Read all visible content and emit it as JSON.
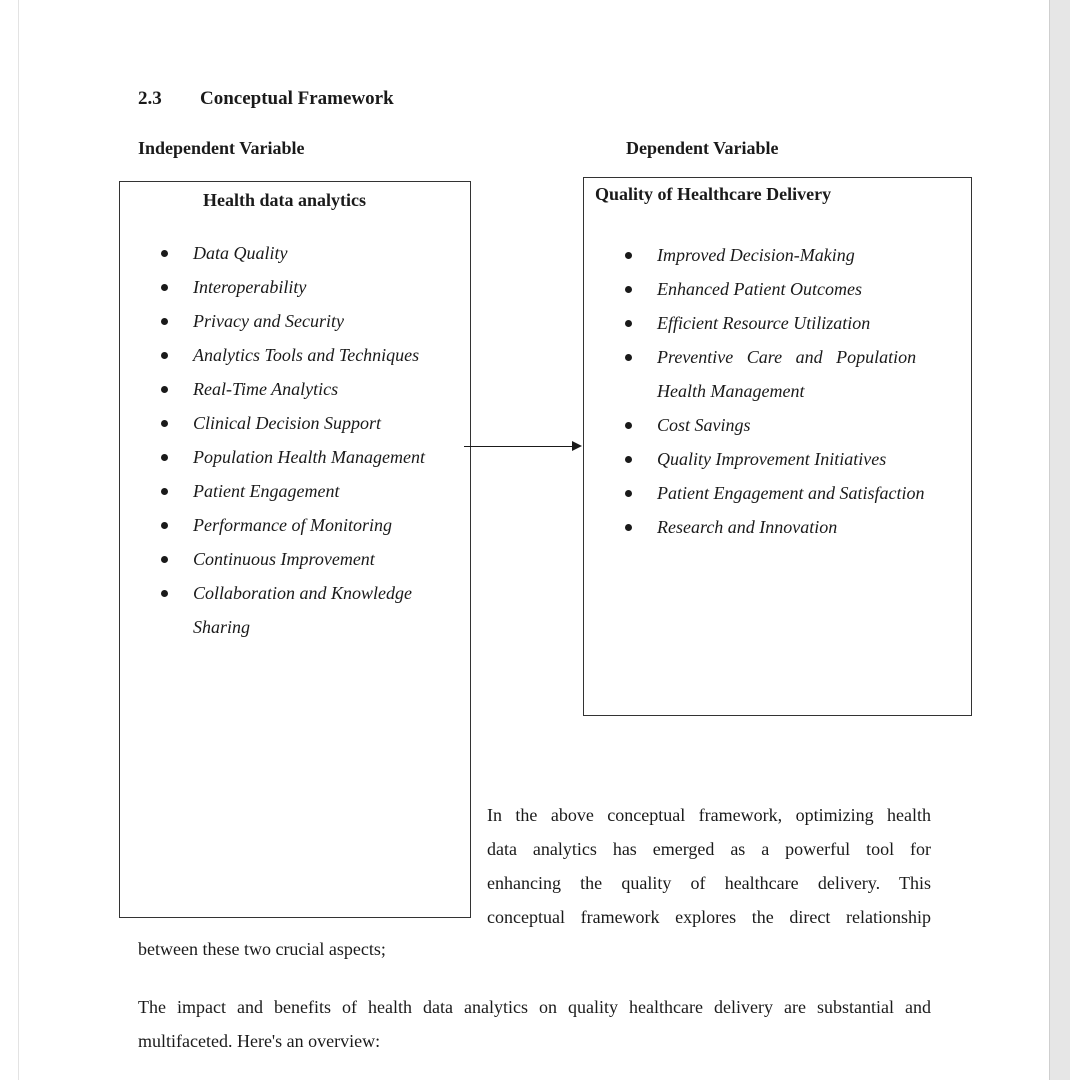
{
  "section": {
    "number": "2.3",
    "title": "Conceptual Framework"
  },
  "independent": {
    "label": "Independent Variable",
    "box_title": "Health data analytics",
    "items": [
      "Data Quality",
      "Interoperability",
      "Privacy and Security",
      "Analytics Tools and Techniques",
      "Real-Time Analytics",
      "Clinical Decision Support",
      "Population Health Management",
      "Patient Engagement",
      "Performance of Monitoring",
      "Continuous Improvement",
      "Collaboration and Knowledge",
      "Sharing"
    ]
  },
  "dependent": {
    "label": "Dependent Variable",
    "box_title": "Quality of Healthcare Delivery",
    "items": [
      "Improved Decision-Making",
      "Enhanced Patient Outcomes",
      "Efficient Resource Utilization",
      "Preventive   Care   and   Population",
      "Health Management",
      "Cost Savings",
      "Quality Improvement Initiatives",
      "Patient Engagement and Satisfaction",
      "Research and Innovation"
    ]
  },
  "body": {
    "side_lines": [
      "In the above conceptual framework, optimizing health",
      "data analytics has emerged as a powerful tool for",
      "enhancing the quality of healthcare delivery. This",
      "conceptual framework explores the direct relationship"
    ],
    "continuation": "between these two crucial aspects;",
    "paragraph2_line1": "The impact and benefits of health data analytics on quality healthcare delivery are substantial and",
    "paragraph2_line2": "multifaceted. Here's an overview:"
  }
}
